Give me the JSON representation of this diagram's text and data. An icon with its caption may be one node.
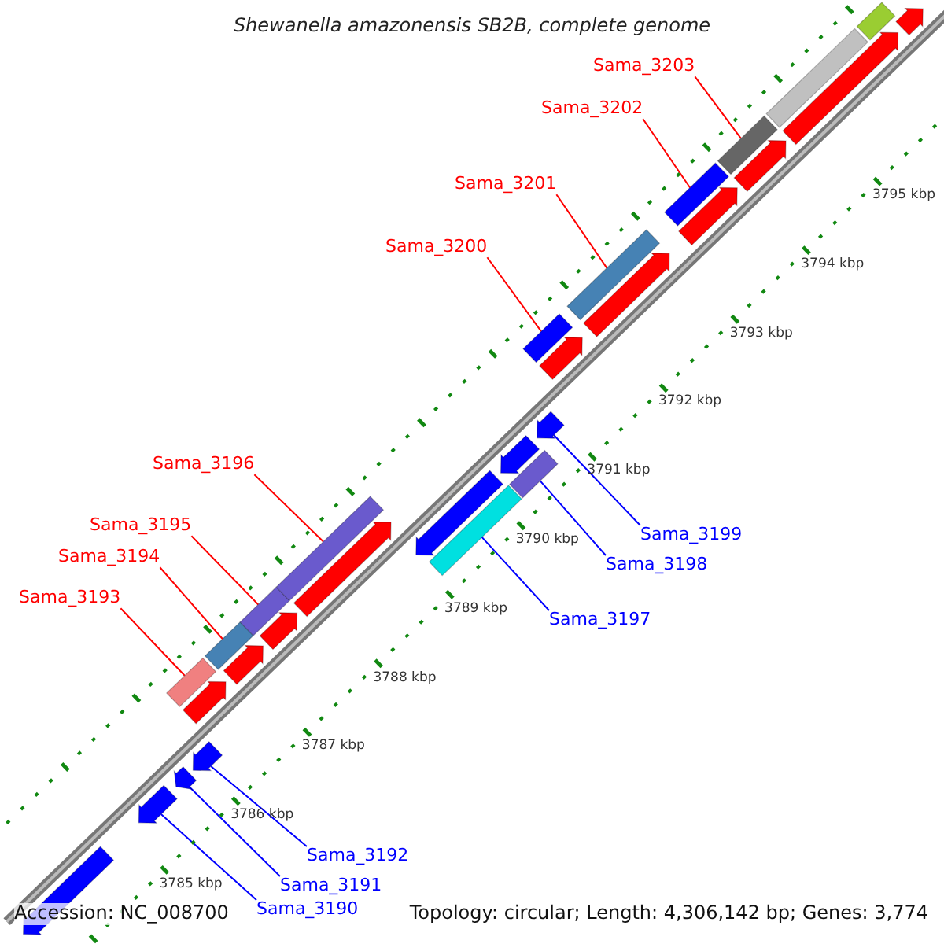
{
  "diagram": {
    "title": "Shewanella amazonensis SB2B, complete genome",
    "nodes": [
      {
        "text": [
          "Sama_3203"
        ]
      },
      {
        "text": [
          "Sama_3202"
        ]
      },
      {
        "text": [
          "Sama_3201"
        ]
      },
      {
        "text": [
          "Sama_3200"
        ]
      },
      {
        "text": [
          "Sama_3196"
        ]
      },
      {
        "text": [
          "Sama_3195"
        ]
      },
      {
        "text": [
          "Sama_3199"
        ]
      },
      {
        "text": [
          "Sama_3194"
        ]
      },
      {
        "text": [
          "Sama_3198"
        ]
      },
      {
        "text": [
          "Sama_3193"
        ]
      },
      {
        "text": [
          "Sama_3197"
        ]
      },
      {
        "text": [
          "Sama_3192"
        ]
      },
      {
        "text": [
          "Sama_3191"
        ]
      },
      {
        "text": [
          "Sama_3190"
        ]
      },
      {
        "text": [],
        "shape": "arrow"
      },
      {
        "text": [],
        "shape": "arrow"
      },
      {
        "text": [],
        "shape": "arrow"
      },
      {
        "text": [],
        "shape": "bar"
      },
      {
        "text": [],
        "shape": "bar"
      },
      {
        "text": [],
        "shape": "bar"
      },
      {
        "text": [],
        "shape": "bar"
      },
      {
        "text": [],
        "shape": "bar"
      },
      {
        "text": [],
        "shape": "bar"
      },
      {
        "text": [],
        "shape": "arrow"
      },
      {
        "text": [],
        "shape": "bar"
      },
      {
        "text": [],
        "shape": "bar"
      },
      {
        "text": [],
        "shape": "bar"
      },
      {
        "text": [],
        "shape": "bar"
      }
    ],
    "edges": [
      {
        "from": 0,
        "to": 27,
        "arrow": "none"
      },
      {
        "from": 1,
        "to": 26,
        "arrow": "none"
      },
      {
        "from": 2,
        "to": 25,
        "arrow": "none"
      },
      {
        "from": 3,
        "to": 24,
        "arrow": "none"
      },
      {
        "from": 4,
        "to": 20,
        "arrow": "none"
      },
      {
        "from": 5,
        "to": 19,
        "arrow": "none"
      },
      {
        "from": 6,
        "to": 23,
        "arrow": "none",
        "color": "#0000ff"
      },
      {
        "from": 7,
        "to": 18,
        "arrow": "none"
      },
      {
        "from": 8,
        "to": 22,
        "arrow": "none",
        "color": "#0000ff"
      },
      {
        "from": 9,
        "to": 17,
        "arrow": "none"
      },
      {
        "from": 10,
        "to": 21,
        "arrow": "none",
        "color": "#0000ff"
      },
      {
        "from": 11,
        "to": 16,
        "arrow": "none",
        "color": "#0000ff"
      },
      {
        "from": 12,
        "to": 15,
        "arrow": "none",
        "color": "#0000ff"
      },
      {
        "from": 13,
        "to": 14,
        "arrow": "none",
        "color": "#0000ff"
      }
    ],
    "labels": [
      "3795 kbp",
      "3794 kbp",
      "3793 kbp",
      "3792 kbp",
      "3791 kbp",
      "3790 kbp",
      "3789 kbp",
      "3788 kbp",
      "3787 kbp",
      "3786 kbp",
      "3785 kbp",
      "Accession: NC_008700",
      "Topology: circular; Length: 4,306,142 bp; Genes: 3,774"
    ]
  }
}
